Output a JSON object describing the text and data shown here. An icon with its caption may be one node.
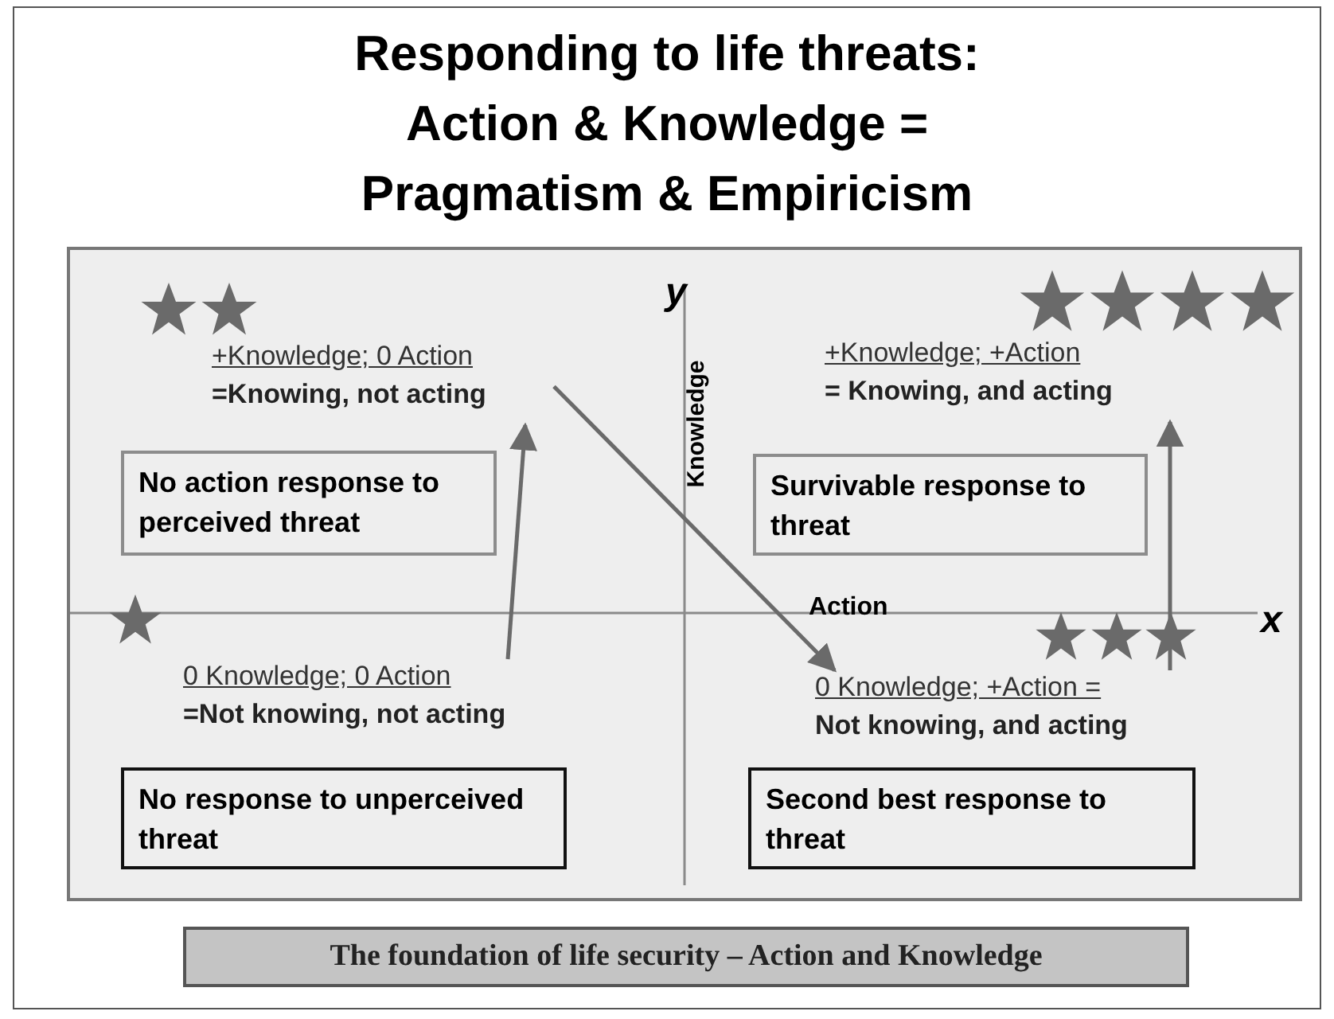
{
  "diagram": {
    "title": "Responding to life threats: Action & Knowledge = Pragmatism & Empiricism",
    "nodes": [
      {
        "text": [
          "+Knowledge; 0 Action",
          "=Knowing, not acting"
        ]
      },
      {
        "text": [
          "No action response to perceived threat"
        ]
      },
      {
        "text": [
          "+Knowledge; +Action",
          "= Knowing, and acting"
        ]
      },
      {
        "text": [
          "Survivable response to threat"
        ]
      },
      {
        "text": [
          "0 Knowledge; 0 Action",
          "=Not knowing, not acting"
        ]
      },
      {
        "text": [
          "No response to unperceived threat"
        ]
      },
      {
        "text": [
          "0 Knowledge; +Action =",
          "Not knowing, and acting"
        ]
      },
      {
        "text": [
          "Second best response to threat"
        ]
      },
      {
        "text": [
          "The foundation of life security – Action and Knowledge"
        ]
      }
    ],
    "edges": [
      {
        "from": 4,
        "to": 0,
        "arrow": "to"
      },
      {
        "from": 0,
        "to": 6,
        "arrow": "to"
      },
      {
        "from": 6,
        "to": 2,
        "arrow": "to"
      }
    ],
    "labels": [
      "y",
      "Knowledge",
      "Action",
      "x"
    ]
  }
}
